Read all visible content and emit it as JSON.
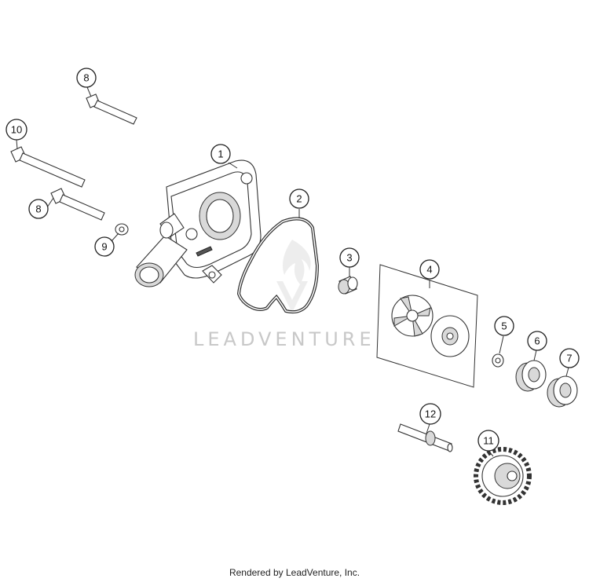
{
  "callouts": {
    "c1": "1",
    "c2": "2",
    "c3": "3",
    "c4": "4",
    "c5": "5",
    "c6": "6",
    "c7": "7",
    "c8a": "8",
    "c8b": "8",
    "c9": "9",
    "c10": "10",
    "c11": "11",
    "c12": "12"
  },
  "watermark": "LEADVENTURE",
  "footer": "Rendered by LeadVenture, Inc."
}
